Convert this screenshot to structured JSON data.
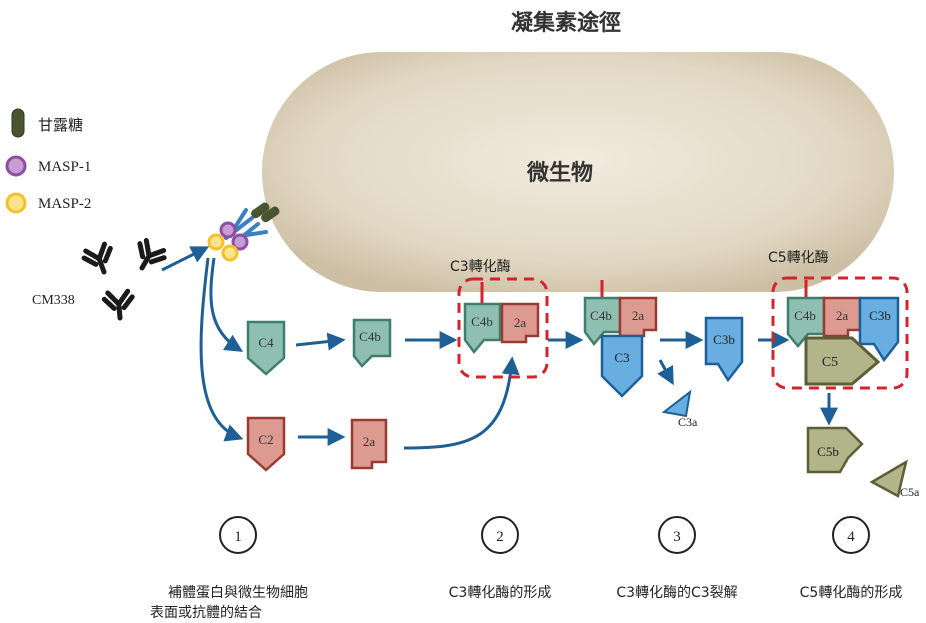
{
  "title": "凝集素途徑",
  "microbe_label": "微生物",
  "legend": [
    {
      "label": "甘露糖",
      "color": "#4a5530",
      "icon": "mannose-icon"
    },
    {
      "label": "MASP-1",
      "color": "#8e4ea3",
      "icon": "masp1-icon"
    },
    {
      "label": "MASP-2",
      "color": "#f2d33c",
      "icon": "masp2-icon"
    }
  ],
  "antibody_label": "CM338",
  "components": {
    "c4": "C4",
    "c4b": "C4b",
    "c2": "C2",
    "c2a": "2a",
    "c3": "C3",
    "c3a": "C3a",
    "c3b": "C3b",
    "c5": "C5",
    "c5a": "C5a",
    "c5b": "C5b"
  },
  "convertases": {
    "c3": "C3轉化酶",
    "c5": "C5轉化酶"
  },
  "steps": [
    {
      "number": "1",
      "caption_line1": "補體蛋白與微生物細胞",
      "caption_line2": "表面或抗體的結合"
    },
    {
      "number": "2",
      "caption_line1": "C3轉化酶的形成",
      "caption_line2": ""
    },
    {
      "number": "3",
      "caption_line1": "C3轉化酶的C3裂解",
      "caption_line2": ""
    },
    {
      "number": "4",
      "caption_line1": "C5轉化酶的形成",
      "caption_line2": ""
    }
  ],
  "colors": {
    "microbe": "#e2d8c4",
    "c4": "#8fbfb0",
    "c4_stroke": "#3d7f6a",
    "c2": "#dc9a90",
    "c2_stroke": "#9a3a32",
    "c3": "#69aee0",
    "c3_stroke": "#1d5f98",
    "c5": "#b2b48a",
    "c5_stroke": "#5c5f36",
    "arrow": "#1e5f96",
    "convertase_box": "#d4232a"
  }
}
